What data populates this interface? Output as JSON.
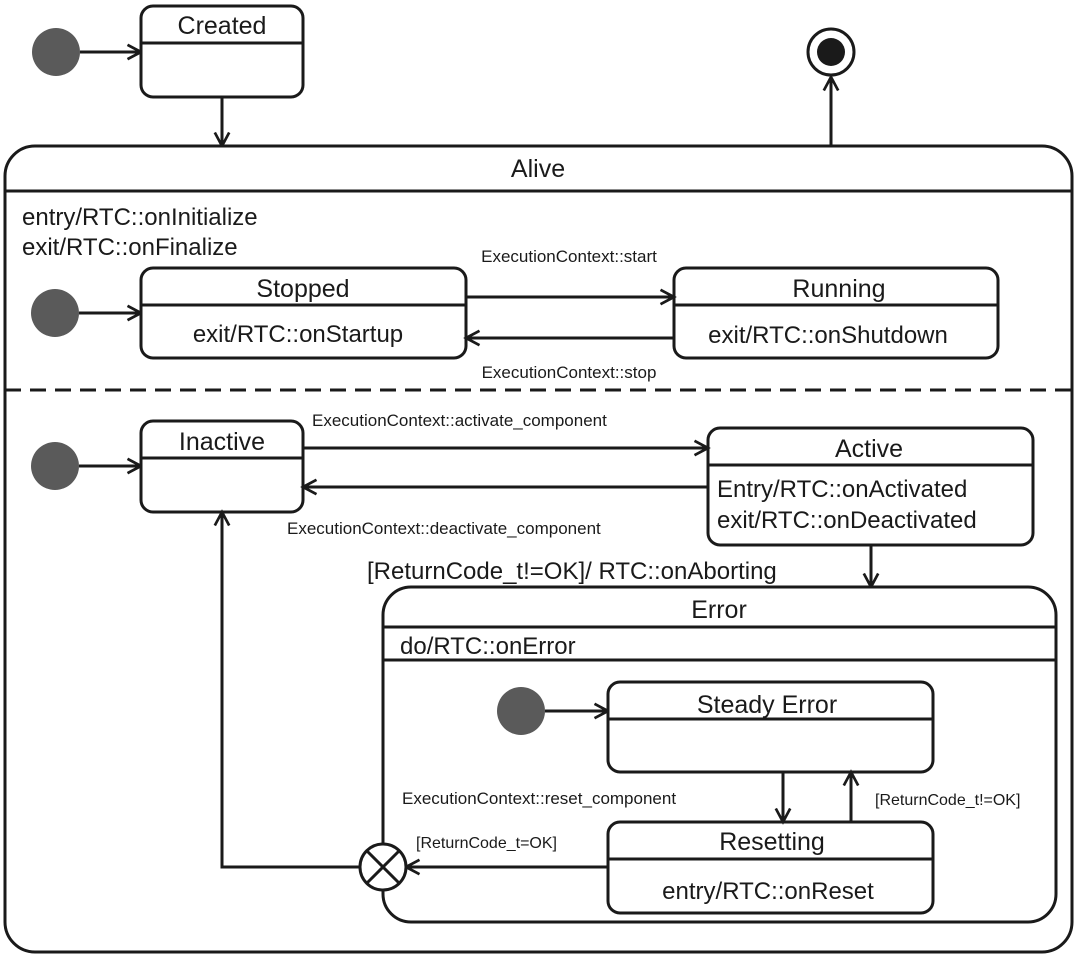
{
  "states": {
    "created": {
      "name": "Created"
    },
    "alive": {
      "name": "Alive",
      "entry": "entry/RTC::onInitialize",
      "exit": "exit/RTC::onFinalize"
    },
    "stopped": {
      "name": "Stopped",
      "action": "exit/RTC::onStartup"
    },
    "running": {
      "name": "Running",
      "action": "exit/RTC::onShutdown"
    },
    "inactive": {
      "name": "Inactive"
    },
    "active": {
      "name": "Active",
      "entry": "Entry/RTC::onActivated",
      "exit": "exit/RTC::onDeactivated"
    },
    "error": {
      "name": "Error",
      "do": "do/RTC::onError"
    },
    "steady_error": {
      "name": "Steady Error"
    },
    "resetting": {
      "name": "Resetting",
      "action": "entry/RTC::onReset"
    }
  },
  "transitions": {
    "start": "ExecutionContext::start",
    "stop": "ExecutionContext::stop",
    "activate": "ExecutionContext::activate_component",
    "deactivate": "ExecutionContext::deactivate_component",
    "aborting": "[ReturnCode_t!=OK]/ RTC::onAborting",
    "reset": "ExecutionContext::reset_component",
    "reset_fail": "[ReturnCode_t!=OK]",
    "reset_ok": "[ReturnCode_t=OK]"
  },
  "colors": {
    "line": "#1a1a1a",
    "initial_node": "#5a5a5a"
  }
}
